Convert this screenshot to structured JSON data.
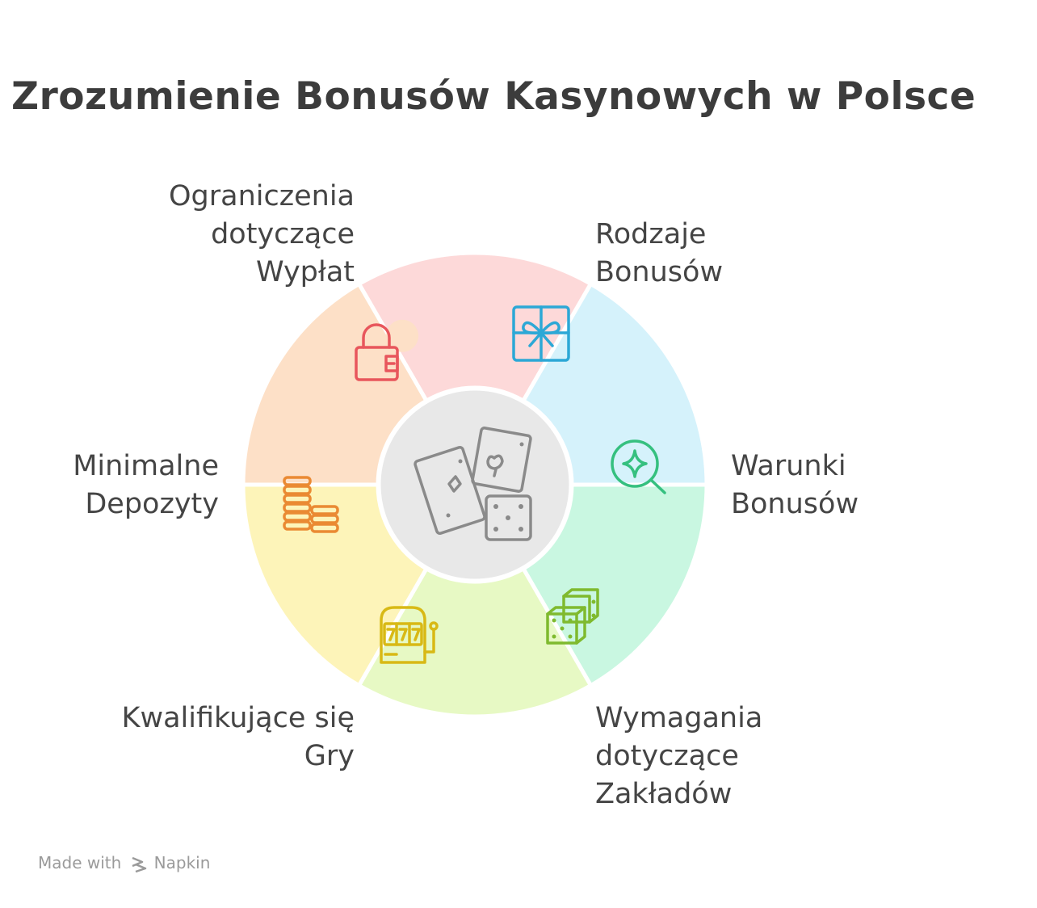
{
  "title": "Zrozumienie Bonusów Kasynowych w Polsce",
  "segments": [
    {
      "id": "withdraw",
      "lines": [
        "Ograniczenia",
        "dotyczące",
        "Wypłat"
      ],
      "icon": "padlock-icon",
      "fill": "#fdd9d9",
      "stroke": "#e8565c"
    },
    {
      "id": "types",
      "lines": [
        "Rodzaje",
        "Bonusów"
      ],
      "icon": "gift-box-icon",
      "fill": "#d5f2fb",
      "stroke": "#2ca8d6"
    },
    {
      "id": "terms",
      "lines": [
        "Warunki",
        "Bonusów"
      ],
      "icon": "magnifier-sparkle-icon",
      "fill": "#c9f7e1",
      "stroke": "#35c07f"
    },
    {
      "id": "wager",
      "lines": [
        "Wymagania",
        "dotyczące",
        "Zakładów"
      ],
      "icon": "dice-pair-icon",
      "fill": "#e7f9c4",
      "stroke": "#7fba2e"
    },
    {
      "id": "games",
      "lines": [
        "Kwalifikujące się",
        "Gry"
      ],
      "icon": "slot-machine-icon",
      "fill": "#fdf4b9",
      "stroke": "#d8b915"
    },
    {
      "id": "deposit",
      "lines": [
        "Minimalne",
        "Depozyty"
      ],
      "icon": "coin-stacks-icon",
      "fill": "#fde0c7",
      "stroke": "#ea8a33"
    }
  ],
  "center": {
    "icon": "cards-and-dice-icon",
    "fill": "#e8e8e8",
    "stroke": "#8a8a8a"
  },
  "footer": {
    "prefix": "Made with",
    "brand": "Napkin"
  }
}
